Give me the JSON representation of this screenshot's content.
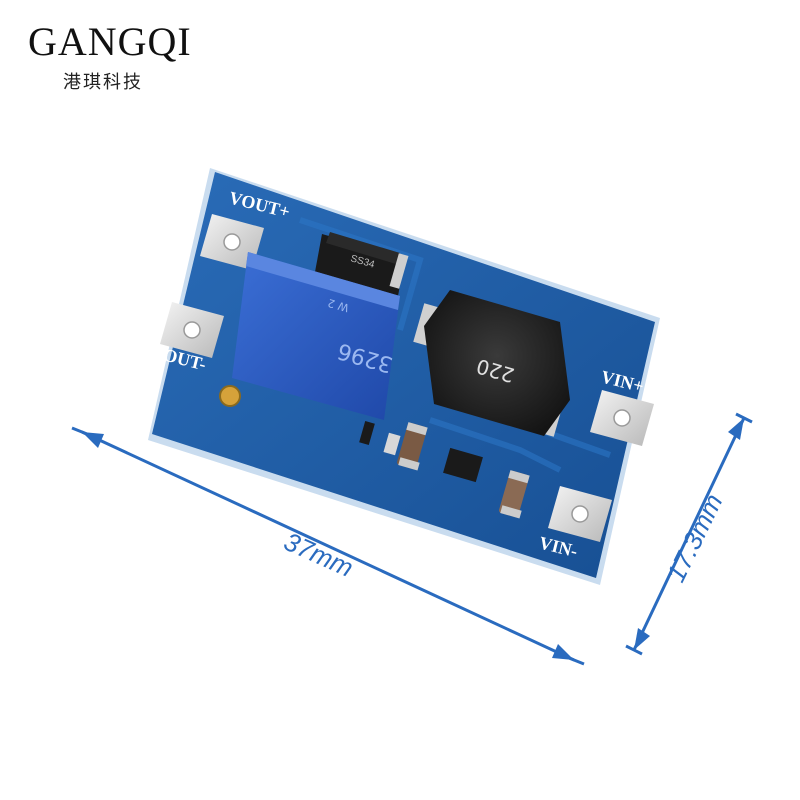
{
  "brand": {
    "name": "GANGQI",
    "subtitle": "港琪科技"
  },
  "board": {
    "labels": {
      "vout_plus": "VOUT+",
      "vout_minus": "VOUT-",
      "vin_plus": "VIN+",
      "vin_minus": "VIN-"
    },
    "diode_marking": "SS34",
    "inductor_marking": "220",
    "trimpot_marking": "3296",
    "trimpot_code": "W 2"
  },
  "dimensions": {
    "length": "37mm",
    "width": "17.3mm"
  },
  "colors": {
    "pcb": "#1f5fa8",
    "pcb_edge": "#b9d0e6",
    "trimpot": "#2a5bbf",
    "dimension_line": "#2a6bbf"
  }
}
